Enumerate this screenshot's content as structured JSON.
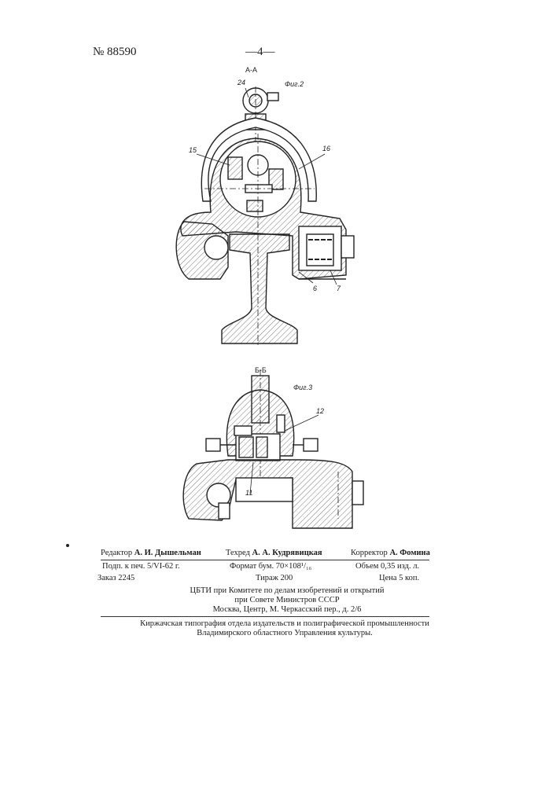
{
  "header": {
    "patent_number": "№ 88590",
    "page_number": "—4—"
  },
  "figure2": {
    "section_label": "А-А",
    "caption": "Фиг.2",
    "callouts": {
      "c24": "24",
      "c15": "15",
      "c16": "16",
      "c6": "6",
      "c7": "7"
    }
  },
  "figure3": {
    "section_label": "Б-Б",
    "caption": "Фиг.3",
    "callouts": {
      "c12": "12",
      "c11": "11"
    }
  },
  "credits": {
    "editor_role": "Редактор",
    "editor_name": "А. И. Дышельман",
    "techeditor_role": "Техред",
    "techeditor_name": "А. А. Кудрявицкая",
    "proofreader_role": "Корректор",
    "proofreader_name": "А. Фомина",
    "signed": "Подп. к печ. 5/VI-62 г.",
    "format": "Формат бум. 70×108¹/₁₆",
    "volume": "Объем 0,35 изд. л.",
    "order": "Заказ 2245",
    "circulation": "Тираж 200",
    "price": "Цена 5 коп."
  },
  "publisher": {
    "line1": "ЦБТИ при Комитете по делам изобретений и открытий",
    "line2": "при Совете Министров СССР",
    "line3": "Москва, Центр, М. Черкасский пер., д. 2/6"
  },
  "printer": {
    "line1": "Киржачская типография отдела издательств и полиграфической промышленности",
    "line2": "Владимирского областного Управления культуры."
  }
}
